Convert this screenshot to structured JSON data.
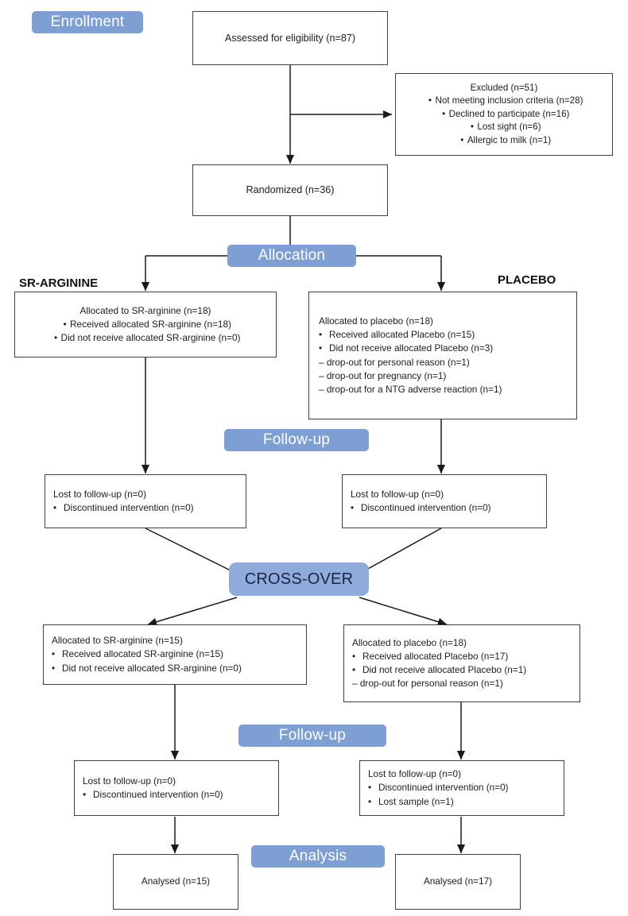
{
  "diagram": {
    "title": "CONSORT participant flow diagram",
    "accent_color": "#7e9fd4",
    "badge_text_color": "#ffffff",
    "crossover_badge_color": "#8fabdb",
    "crossover_text_color": "#1b2440",
    "box_border_color": "#3f3f3f",
    "background": "#ffffff"
  },
  "stage_badges": {
    "enrollment": "Enrollment",
    "allocation": "Allocation",
    "followup_1": "Follow-up",
    "crossover": "CROSS-OVER",
    "followup_2": "Follow-up",
    "analysis": "Analysis"
  },
  "arm_labels": {
    "left": "SR-ARGININE",
    "right": "PLACEBO"
  },
  "nodes": {
    "assessed": {
      "heading": "Assessed for eligibility (n=87)"
    },
    "excluded": {
      "heading": "Excluded (n=51)",
      "bullets": [
        "Not meeting inclusion criteria (n=28)",
        "Declined to participate (n=16)",
        "Lost sight (n=6)",
        "Allergic to milk (n=1)"
      ]
    },
    "randomized": {
      "heading": "Randomized (n=36)"
    },
    "alloc_left_1": {
      "heading": "Allocated to SR-arginine (n=18)",
      "bullets": [
        "Received allocated SR-arginine (n=18)",
        "Did not receive allocated SR-arginine (n=0)"
      ]
    },
    "alloc_right_1": {
      "heading": "Allocated to placebo (n=18)",
      "bullets": [
        "Received allocated Placebo (n=15)",
        "Did not receive allocated Placebo (n=3)"
      ],
      "dashes": [
        "drop-out for personal reason (n=1)",
        "drop-out for pregnancy (n=1)",
        "drop-out for a NTG adverse reaction (n=1)"
      ]
    },
    "followup_left_1": {
      "heading": "Lost to follow-up (n=0)",
      "bullets": [
        "Discontinued intervention (n=0)"
      ]
    },
    "followup_right_1": {
      "heading": "Lost to follow-up (n=0)",
      "bullets": [
        "Discontinued intervention (n=0)"
      ]
    },
    "alloc_left_2": {
      "heading": "Allocated to SR-arginine (n=15)",
      "bullets": [
        "Received allocated SR-arginine (n=15)",
        "Did not receive allocated SR-arginine (n=0)"
      ]
    },
    "alloc_right_2": {
      "heading": "Allocated to placebo (n=18)",
      "bullets": [
        "Received allocated Placebo (n=17)",
        "Did not receive allocated Placebo (n=1)"
      ],
      "dashes": [
        "drop-out for personal reason (n=1)"
      ]
    },
    "followup_left_2": {
      "heading": "Lost to follow-up (n=0)",
      "bullets": [
        "Discontinued intervention (n=0)"
      ]
    },
    "followup_right_2": {
      "heading": "Lost to follow-up (n=0)",
      "bullets": [
        "Discontinued intervention (n=0)",
        "Lost sample (n=1)"
      ]
    },
    "analysed_left": {
      "heading": "Analysed (n=15)"
    },
    "analysed_right": {
      "heading": "Analysed (n=17)"
    }
  }
}
